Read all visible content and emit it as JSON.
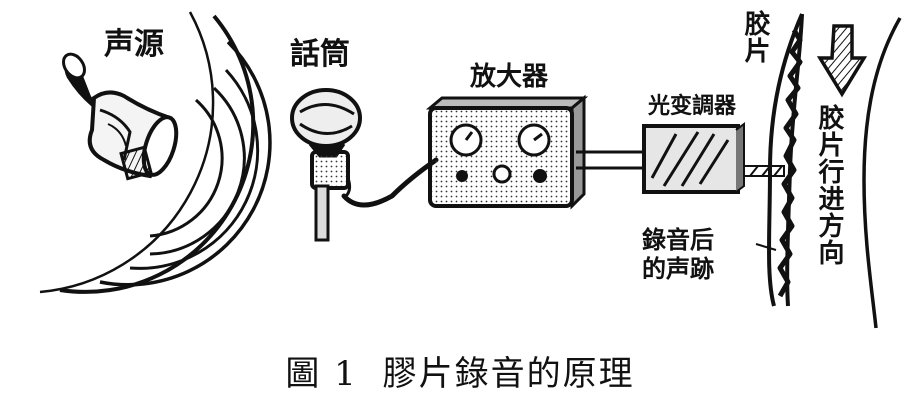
{
  "labels": {
    "sound_source": "声源",
    "microphone": "話筒",
    "amplifier": "放大器",
    "light_modulator": "光变調器",
    "film": "胶片",
    "film_direction": "胶片行进方向",
    "sound_track": "錄音后\n的声跡"
  },
  "caption": {
    "figure_number": "圖 1",
    "title": "膠片錄音的原理"
  }
}
